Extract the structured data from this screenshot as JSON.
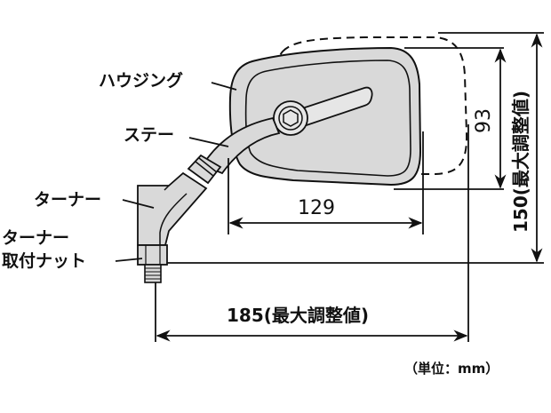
{
  "labels": {
    "housing": "ハウジング",
    "stay": "ステー",
    "turner": "ターナー",
    "turner_nut_line1": "ターナー",
    "turner_nut_line2": "取付ナット"
  },
  "dimensions": {
    "mirror_width": "129",
    "mirror_height": "93",
    "max_height": "150(最大調整値)",
    "max_reach": "185(最大調整値)"
  },
  "unit_note": "（単位：mm）",
  "colors": {
    "line": "#111111",
    "fill": "#d9d9d9",
    "background": "#ffffff"
  }
}
